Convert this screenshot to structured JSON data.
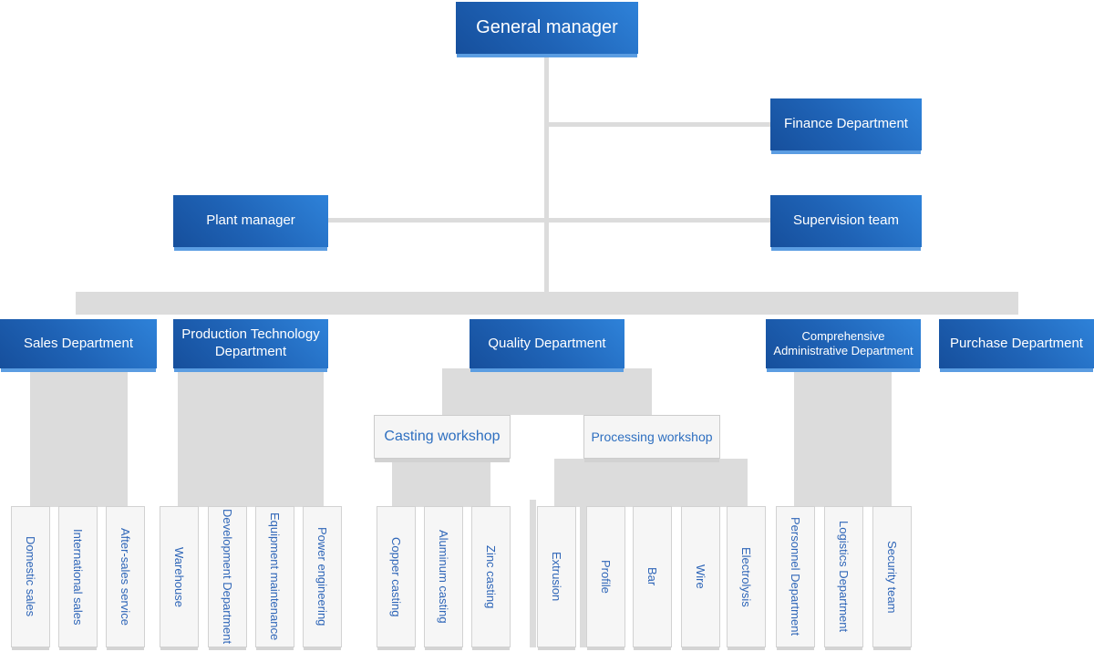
{
  "chart_type": "org-chart",
  "colors": {
    "node_blue_dark": "#164f9c",
    "node_blue_light": "#2e82d9",
    "node_blue_shadow": "#5b9de2",
    "node_text_white": "#ffffff",
    "light_node_bg": "#f5f5f5",
    "light_node_border": "#cccccc",
    "light_node_text": "#2e6fc0",
    "connector_gray": "#dcdcdc"
  },
  "org": {
    "general_manager": "General manager",
    "finance": "Finance Department",
    "plant_manager": "Plant manager",
    "supervision": "Supervision team",
    "departments": {
      "sales": "Sales Department",
      "production": "Production Technology Department",
      "quality": "Quality Department",
      "admin": "Comprehensive Administrative Department",
      "purchase": "Purchase Department"
    },
    "workshops": {
      "casting": "Casting workshop",
      "processing": "Processing workshop"
    },
    "leaves": {
      "sales": [
        "Domestic sales",
        "International sales",
        "After-sales service"
      ],
      "production": [
        "Warehouse",
        "Development Department",
        "Equipment maintenance",
        "Power engineering"
      ],
      "casting": [
        "Copper casting",
        "Aluminum casting",
        "Zinc casting"
      ],
      "processing": [
        "Extrusion",
        "Profile",
        "Bar",
        "Wire",
        "Electrolysis"
      ],
      "admin": [
        "Personnel Department",
        "Logistics Department",
        "Security team"
      ]
    }
  }
}
